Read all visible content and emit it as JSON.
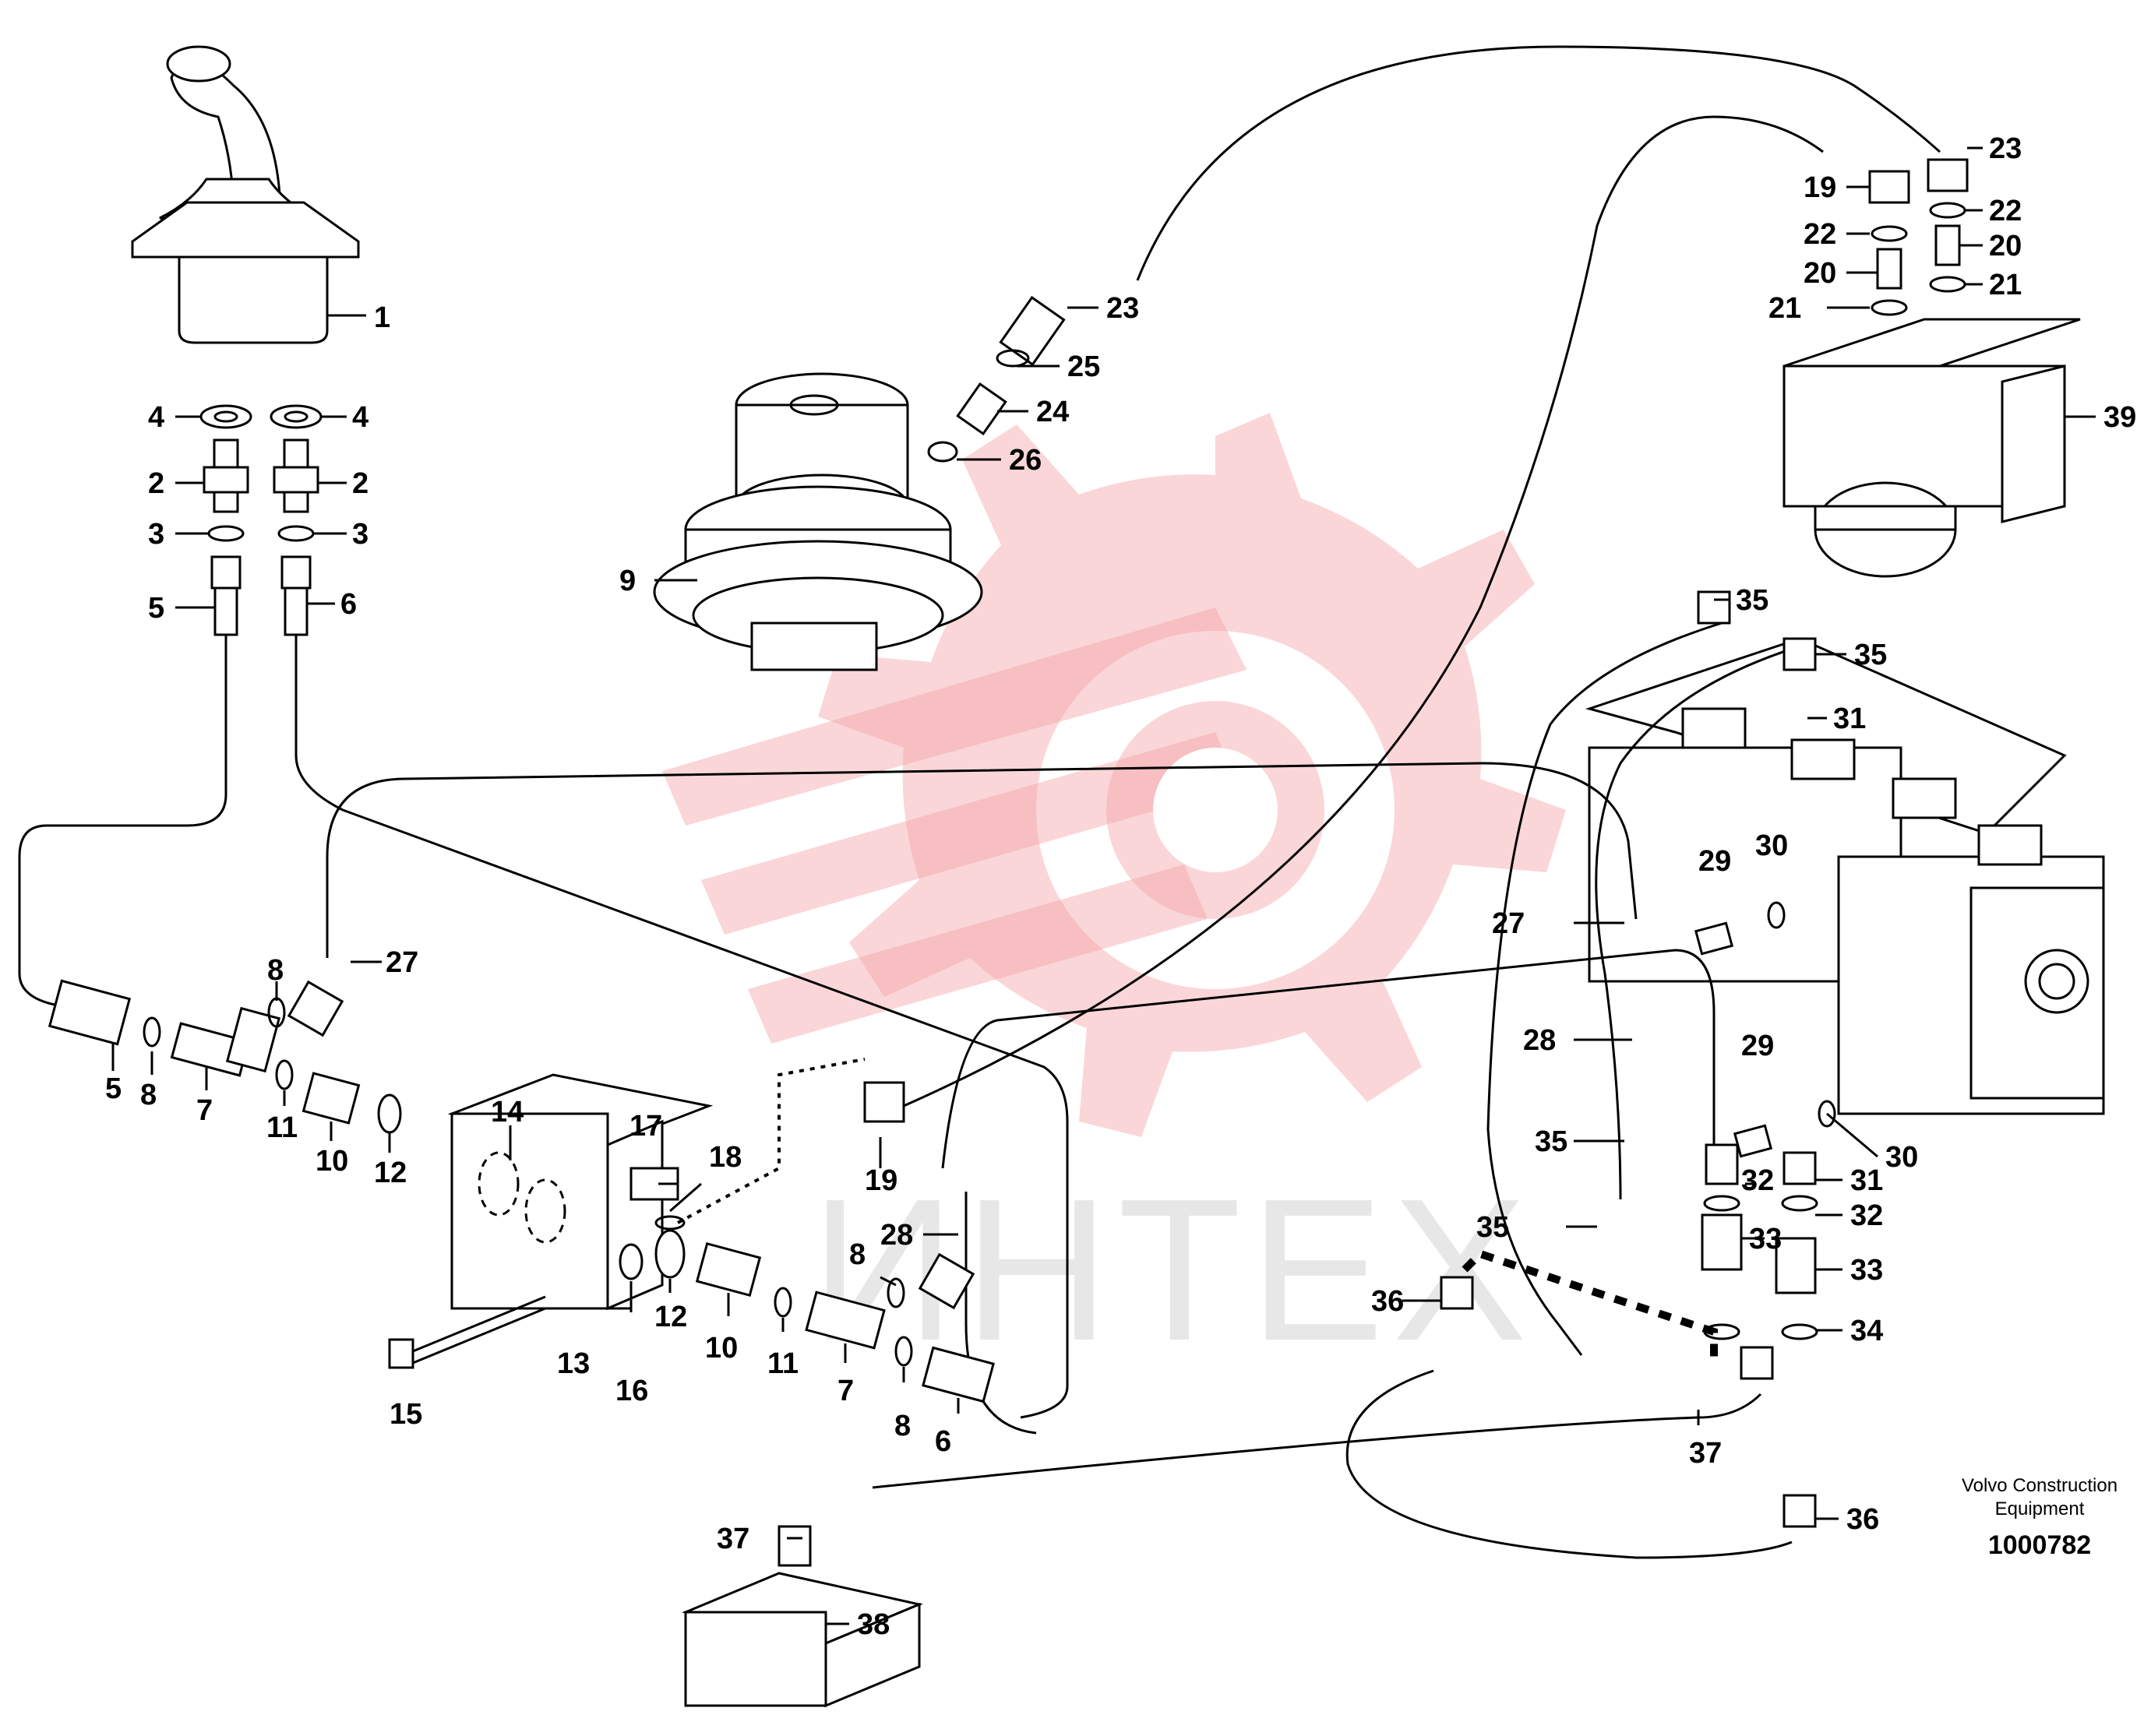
{
  "watermark": {
    "text": "ИНТЕХ",
    "color": "#f4a3a8"
  },
  "credit": {
    "line1": "Volvo Construction",
    "line2": "Equipment",
    "figure_number": "1000782"
  },
  "callouts": [
    "1",
    "4",
    "4",
    "2",
    "2",
    "3",
    "3",
    "5",
    "6",
    "23",
    "25",
    "24",
    "26",
    "9",
    "23",
    "19",
    "22",
    "20",
    "21",
    "22",
    "20",
    "21",
    "39",
    "35",
    "35",
    "31",
    "30",
    "29",
    "27",
    "28",
    "29",
    "30",
    "35",
    "32",
    "31",
    "32",
    "33",
    "33",
    "34",
    "35",
    "36",
    "36",
    "37",
    "27",
    "8",
    "5",
    "8",
    "7",
    "11",
    "10",
    "12",
    "14",
    "17",
    "18",
    "19",
    "13",
    "16",
    "12",
    "10",
    "11",
    "7",
    "8",
    "6",
    "15",
    "28",
    "8",
    "37",
    "38"
  ]
}
